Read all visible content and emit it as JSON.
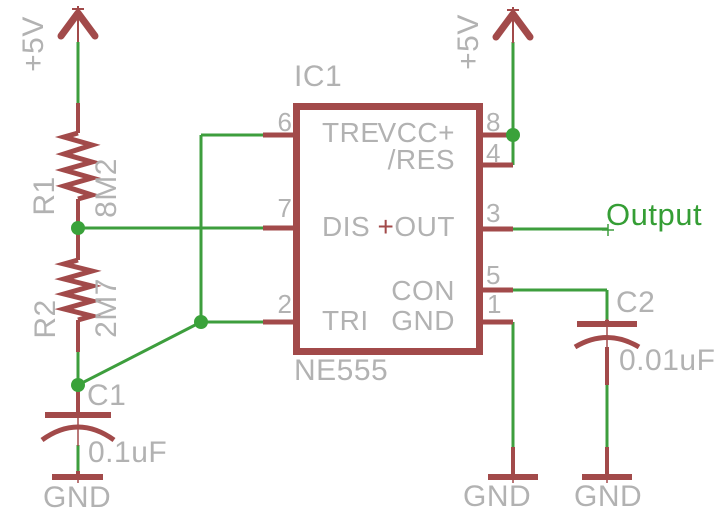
{
  "power": {
    "left": "+5V",
    "right": "+5V"
  },
  "ic": {
    "designator": "IC1",
    "part": "NE555",
    "pins": {
      "thresh": {
        "number": "6",
        "name": "TRE"
      },
      "dis": {
        "number": "7",
        "name": "DIS"
      },
      "trig": {
        "number": "2",
        "name": "TRI"
      },
      "vcc": {
        "number": "8",
        "name": "VCC+"
      },
      "reset": {
        "number": "4",
        "name": "/RES"
      },
      "out": {
        "number": "3",
        "name": "OUT",
        "origin_mark": "+"
      },
      "con": {
        "number": "5",
        "name": "CON"
      },
      "gnd": {
        "number": "1",
        "name": "GND"
      }
    }
  },
  "resistors": {
    "r1": {
      "designator": "R1",
      "value": "8M2"
    },
    "r2": {
      "designator": "R2",
      "value": "2M7"
    }
  },
  "capacitors": {
    "c1": {
      "designator": "C1",
      "value": "0.1uF"
    },
    "c2": {
      "designator": "C2",
      "value": "0.01uF"
    }
  },
  "grounds": {
    "left": "GND",
    "middle": "GND",
    "right": "GND"
  },
  "net_labels": {
    "output": "Output"
  },
  "colors": {
    "wire": "#3d9e3d",
    "component": "#a24a4a",
    "text": "#b2b2b2",
    "net_label": "#359e35"
  }
}
